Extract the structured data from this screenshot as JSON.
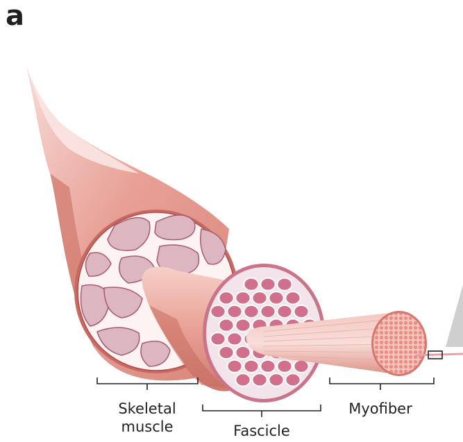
{
  "figure": {
    "panel_letter": "a",
    "labels": {
      "skeletal_line1": "Skeletal",
      "skeletal_line2": "muscle",
      "fascicle": "Fascicle",
      "myofiber": "Myofiber"
    },
    "colors": {
      "muscle_light": "#f3c7c1",
      "muscle_mid": "#e9a49b",
      "muscle_dark": "#d98478",
      "fascicle_fill": "#d6a4b1",
      "fascicle_dark": "#c97489",
      "cell_wall": "#ffffff",
      "outline": "#b24a4a",
      "bracket": "#231f20",
      "myofiber_dot": "#e88e86",
      "grey_tool": "#c9c9c9"
    }
  }
}
